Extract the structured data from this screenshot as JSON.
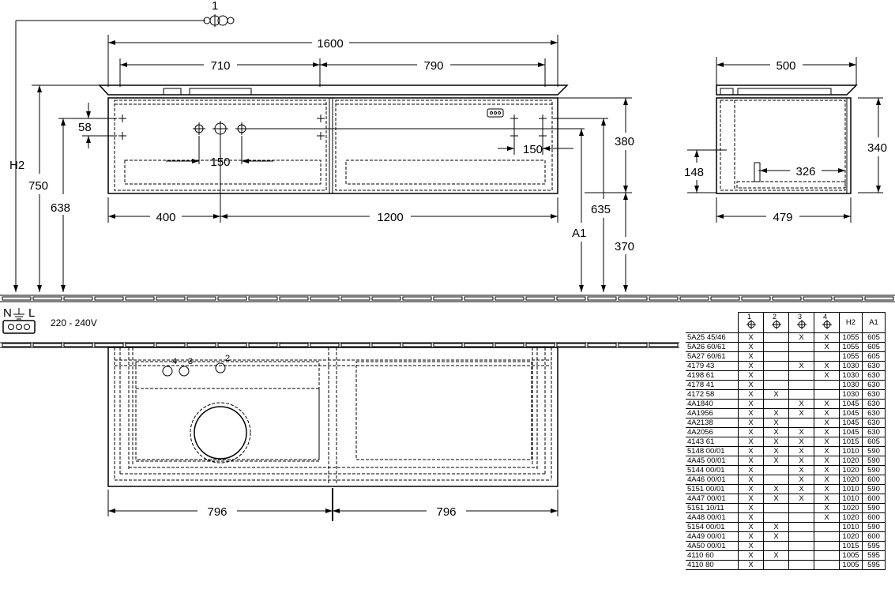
{
  "dimensions": {
    "top_view": {
      "width": "1600",
      "left_part": "710",
      "right_part": "790",
      "tap_offset": "150",
      "hole_spacing": "58",
      "right_hole_offset": "150",
      "drain_left": "400",
      "drain_right": "1200",
      "height_h2": "H2",
      "height_750": "750",
      "height_638": "638",
      "height_a1": "A1",
      "height_635": "635",
      "height_380": "380",
      "height_370": "370",
      "callout_1": "1"
    },
    "side_view": {
      "depth_top": "500",
      "depth_bottom": "479",
      "inner_depth": "326",
      "height": "340",
      "drawer_height": "148"
    },
    "bottom_view": {
      "left_width": "796",
      "right_width": "796",
      "hole_label_4": "4",
      "hole_label_3": "3",
      "hole_label_2": "2"
    }
  },
  "electrical": {
    "symbol_n": "N",
    "symbol_l": "L",
    "voltage": "220 - 240V"
  },
  "table": {
    "headers": [
      "1",
      "2",
      "3",
      "4",
      "H2",
      "A1"
    ],
    "rows": [
      {
        "model": "5A25 45/46",
        "c1": "X",
        "c2": "",
        "c3": "X",
        "c4": "X",
        "h2": "1055",
        "a1": "605"
      },
      {
        "model": "5A26 60/61",
        "c1": "X",
        "c2": "",
        "c3": "",
        "c4": "X",
        "h2": "1055",
        "a1": "605"
      },
      {
        "model": "5A27 60/61",
        "c1": "X",
        "c2": "",
        "c3": "",
        "c4": "",
        "h2": "1055",
        "a1": "605"
      },
      {
        "model": "4179 43",
        "c1": "X",
        "c2": "",
        "c3": "X",
        "c4": "X",
        "h2": "1030",
        "a1": "630"
      },
      {
        "model": "4198 61",
        "c1": "X",
        "c2": "",
        "c3": "",
        "c4": "X",
        "h2": "1030",
        "a1": "630"
      },
      {
        "model": "4178 41",
        "c1": "X",
        "c2": "",
        "c3": "",
        "c4": "",
        "h2": "1030",
        "a1": "630"
      },
      {
        "model": "4172 58",
        "c1": "X",
        "c2": "X",
        "c3": "",
        "c4": "",
        "h2": "1030",
        "a1": "630"
      },
      {
        "model": "4A1840",
        "c1": "X",
        "c2": "",
        "c3": "X",
        "c4": "X",
        "h2": "1045",
        "a1": "630"
      },
      {
        "model": "4A1956",
        "c1": "X",
        "c2": "X",
        "c3": "X",
        "c4": "X",
        "h2": "1045",
        "a1": "630"
      },
      {
        "model": "4A2138",
        "c1": "X",
        "c2": "X",
        "c3": "",
        "c4": "X",
        "h2": "1045",
        "a1": "630"
      },
      {
        "model": "4A2056",
        "c1": "X",
        "c2": "X",
        "c3": "X",
        "c4": "X",
        "h2": "1045",
        "a1": "630"
      },
      {
        "model": "4143 61",
        "c1": "X",
        "c2": "X",
        "c3": "X",
        "c4": "X",
        "h2": "1015",
        "a1": "605"
      },
      {
        "model": "5148 00/01",
        "c1": "X",
        "c2": "X",
        "c3": "X",
        "c4": "X",
        "h2": "1010",
        "a1": "590"
      },
      {
        "model": "4A45 00/01",
        "c1": "X",
        "c2": "X",
        "c3": "X",
        "c4": "X",
        "h2": "1020",
        "a1": "590"
      },
      {
        "model": "5144 00/01",
        "c1": "X",
        "c2": "",
        "c3": "X",
        "c4": "X",
        "h2": "1020",
        "a1": "590"
      },
      {
        "model": "4A46 00/01",
        "c1": "X",
        "c2": "",
        "c3": "X",
        "c4": "X",
        "h2": "1020",
        "a1": "600"
      },
      {
        "model": "5151 00/01",
        "c1": "X",
        "c2": "X",
        "c3": "X",
        "c4": "X",
        "h2": "1010",
        "a1": "590"
      },
      {
        "model": "4A47 00/01",
        "c1": "X",
        "c2": "X",
        "c3": "X",
        "c4": "X",
        "h2": "1010",
        "a1": "600"
      },
      {
        "model": "5151 10/11",
        "c1": "X",
        "c2": "",
        "c3": "",
        "c4": "X",
        "h2": "1020",
        "a1": "590"
      },
      {
        "model": "4A48 00/01",
        "c1": "X",
        "c2": "",
        "c3": "",
        "c4": "X",
        "h2": "1020",
        "a1": "600"
      },
      {
        "model": "5154 00/01",
        "c1": "X",
        "c2": "X",
        "c3": "",
        "c4": "",
        "h2": "1010",
        "a1": "590"
      },
      {
        "model": "4A49 00/01",
        "c1": "X",
        "c2": "X",
        "c3": "",
        "c4": "",
        "h2": "1020",
        "a1": "600"
      },
      {
        "model": "4A50 00/01",
        "c1": "X",
        "c2": "",
        "c3": "",
        "c4": "",
        "h2": "1015",
        "a1": "595"
      },
      {
        "model": "4110 60",
        "c1": "X",
        "c2": "X",
        "c3": "",
        "c4": "",
        "h2": "1005",
        "a1": "595"
      },
      {
        "model": "4110 80",
        "c1": "X",
        "c2": "",
        "c3": "",
        "c4": "",
        "h2": "1005",
        "a1": "595"
      }
    ]
  }
}
